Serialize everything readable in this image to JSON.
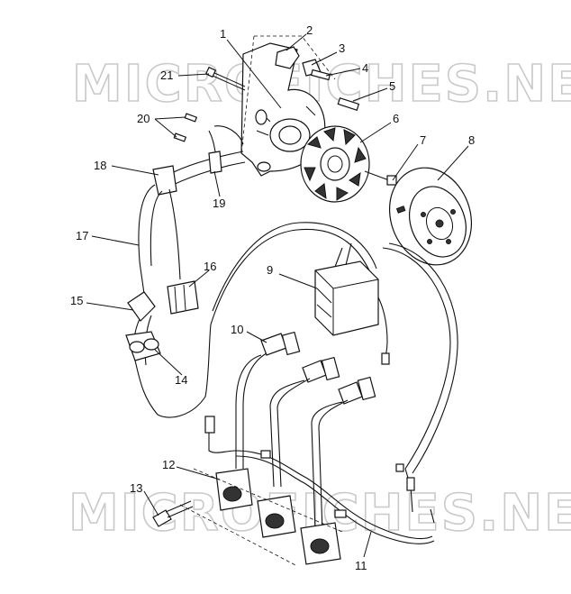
{
  "watermark": {
    "top_text": "MICROFICHES.NET",
    "bottom_text": "MICROFICHES.NET",
    "color": "#c9c9c9"
  },
  "callouts": [
    {
      "id": "1",
      "label": "1"
    },
    {
      "id": "2",
      "label": "2"
    },
    {
      "id": "3",
      "label": "3"
    },
    {
      "id": "4",
      "label": "4"
    },
    {
      "id": "5",
      "label": "5"
    },
    {
      "id": "6",
      "label": "6"
    },
    {
      "id": "7",
      "label": "7"
    },
    {
      "id": "8",
      "label": "8"
    },
    {
      "id": "9",
      "label": "9"
    },
    {
      "id": "10",
      "label": "10"
    },
    {
      "id": "11",
      "label": "11"
    },
    {
      "id": "12",
      "label": "12"
    },
    {
      "id": "13",
      "label": "13"
    },
    {
      "id": "14",
      "label": "14"
    },
    {
      "id": "15",
      "label": "15"
    },
    {
      "id": "16",
      "label": "16"
    },
    {
      "id": "17",
      "label": "17"
    },
    {
      "id": "18",
      "label": "18"
    },
    {
      "id": "19",
      "label": "19"
    },
    {
      "id": "20",
      "label": "20"
    },
    {
      "id": "21",
      "label": "21"
    }
  ]
}
